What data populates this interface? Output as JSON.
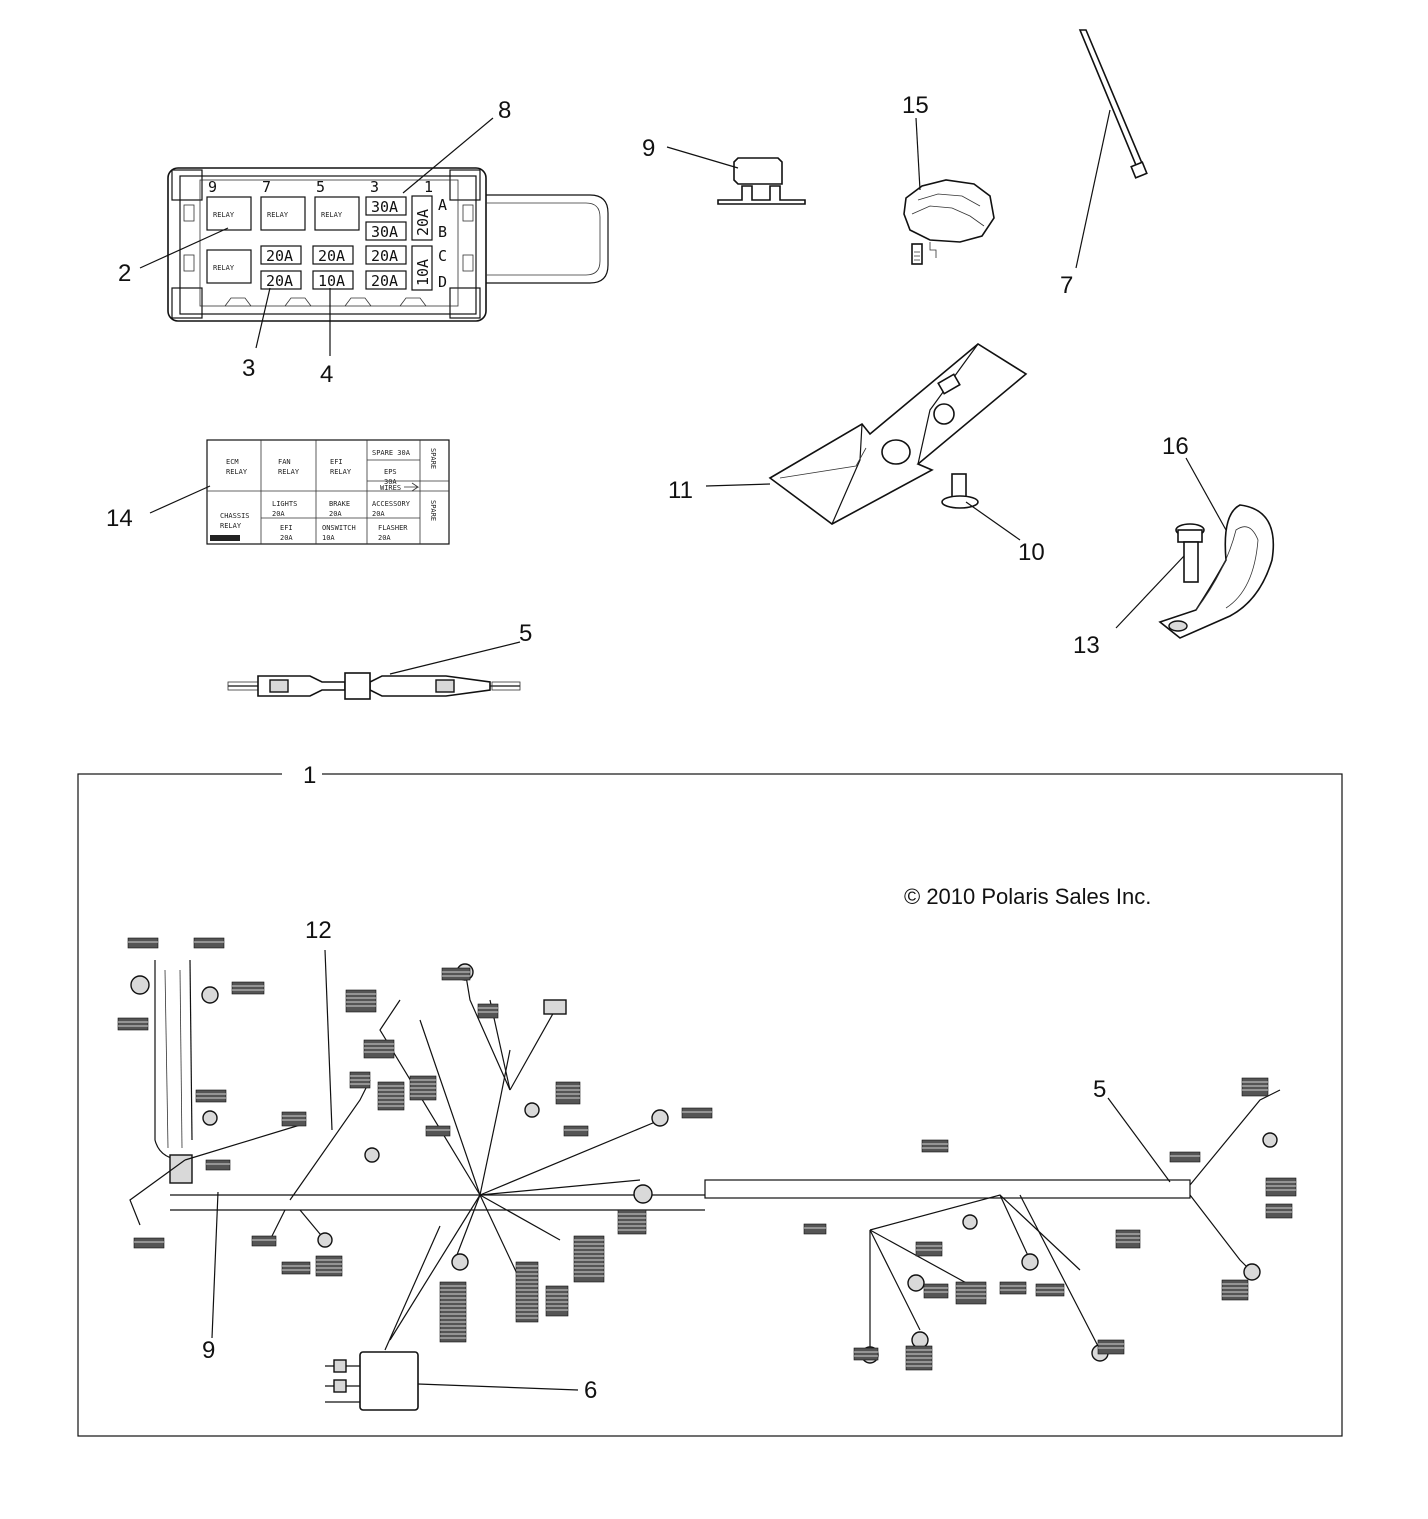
{
  "callouts": {
    "c1": "1",
    "c2": "2",
    "c3": "3",
    "c4": "4",
    "c5a": "5",
    "c5b": "5",
    "c6": "6",
    "c7": "7",
    "c8": "8",
    "c9a": "9",
    "c9b": "9",
    "c10": "10",
    "c11": "11",
    "c12": "12",
    "c13": "13",
    "c14": "14",
    "c15": "15",
    "c16": "16"
  },
  "fuse_box": {
    "top_numbers": [
      "9",
      "7",
      "5",
      "3",
      "1"
    ],
    "relays": [
      "RELAY",
      "RELAY",
      "RELAY",
      "RELAY"
    ],
    "fuses": [
      "30A",
      "30A",
      "20A",
      "20A",
      "20A",
      "20A",
      "10A",
      "20A"
    ],
    "side_fuses": [
      "20A",
      "10A"
    ],
    "rows": [
      "A",
      "B",
      "C",
      "D"
    ]
  },
  "label_card": {
    "cells": {
      "ecm": "ECM\nRELAY",
      "fan": "FAN\nRELAY",
      "efi": "EFI\nRELAY",
      "spare30": "SPARE 30A",
      "eps": "EPS\n30A",
      "wires": "WIRES",
      "chassis": "CHASSIS\nRELAY",
      "lights": "LIGHTS\n20A",
      "brake": "BRAKE\n20A",
      "accessory": "ACCESSORY\n20A",
      "efi20": "EFI\n20A",
      "onswitch": "ONSWITCH\n10A",
      "flasher": "FLASHER\n20A",
      "spare_vertical": "SPARE",
      "spare_vertical2": "SPARE"
    }
  },
  "copyright": "© 2010 Polaris Sales Inc."
}
